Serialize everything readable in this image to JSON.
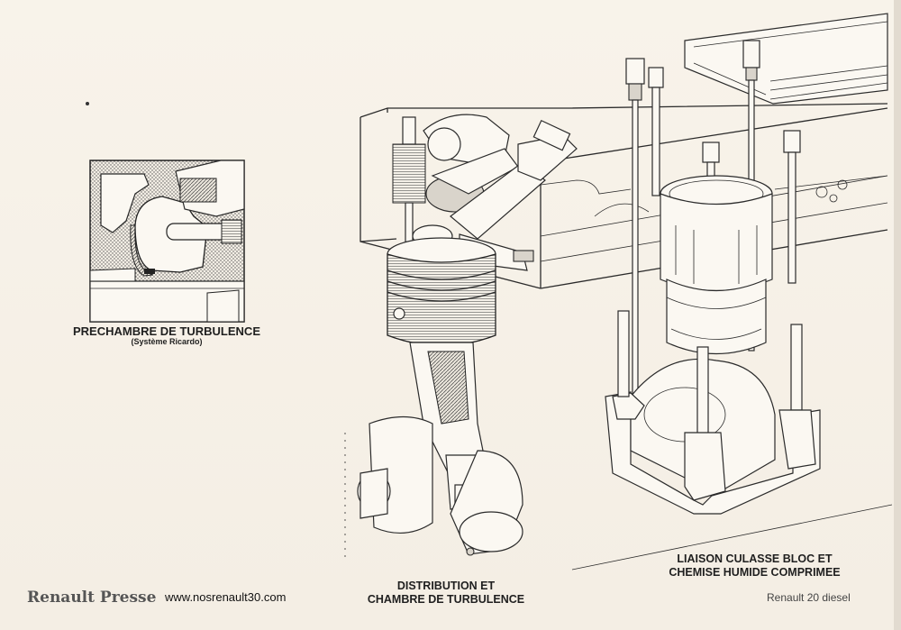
{
  "prechamber": {
    "title": "PRECHAMBRE DE TURBULENCE",
    "subtitle": "(Système Ricardo)"
  },
  "distribution": {
    "line1": "DISTRIBUTION ET",
    "line2": "CHAMBRE DE TURBULENCE"
  },
  "liaison": {
    "line1": "LIAISON CULASSE BLOC ET",
    "line2": "CHEMISE HUMIDE COMPRIMEE"
  },
  "footer": {
    "brand": "Renault Presse",
    "website": "www.nosrenault30.com",
    "model": "Renault 20 diesel"
  }
}
